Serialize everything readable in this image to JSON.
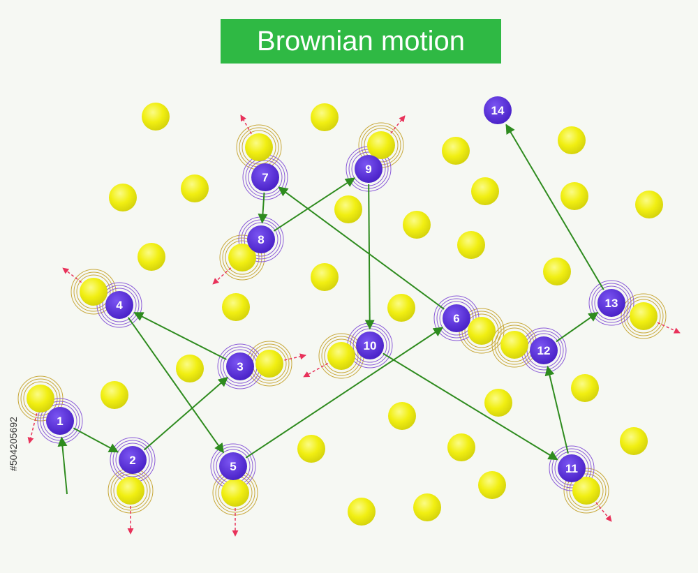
{
  "title": "Brownian motion",
  "stock_id": "#504205692",
  "colors": {
    "title_bg": "#2fb944",
    "title_text": "#ffffff",
    "background": "#f6f8f3",
    "particle": "#5a2ee0",
    "molecule": "#f4f218",
    "path_arrow": "#2e8b1e",
    "collision_arrow": "#e8325a",
    "particle_ring": "#8a5ad8",
    "molecule_ring": "#c8a83a"
  },
  "particle": {
    "path_labels": [
      "1",
      "2",
      "3",
      "4",
      "5",
      "6",
      "7",
      "8",
      "9",
      "10",
      "11",
      "12",
      "13",
      "14"
    ]
  }
}
